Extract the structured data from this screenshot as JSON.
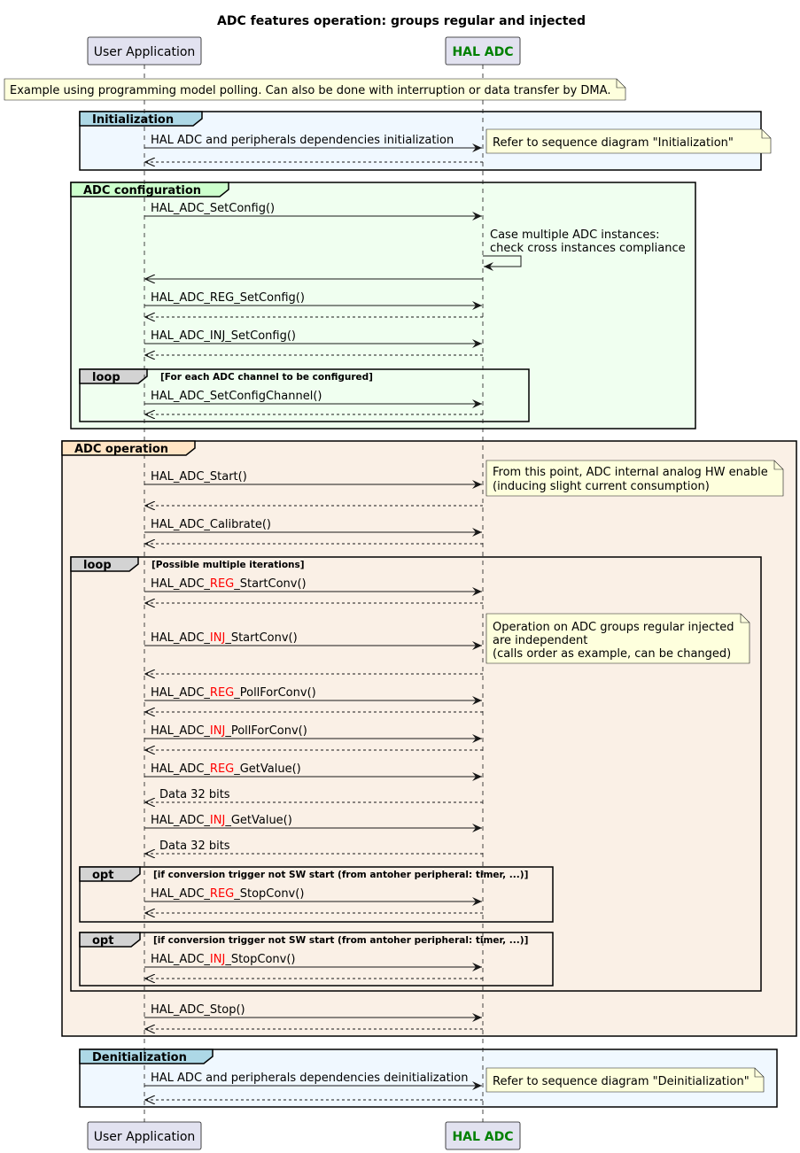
{
  "title": "ADC features operation: groups regular and injected",
  "participants": {
    "user": {
      "label": "User Application"
    },
    "hal": {
      "label": "HAL ADC",
      "color": "#008000"
    }
  },
  "colors": {
    "participant_fill": "#E2E2F0",
    "note_fill": "#FEFFDD",
    "group_blue_header": "#ADD8E6",
    "group_blue_body": "#F0F8FF",
    "group_green_header": "#CCFFCC",
    "group_green_body": "#F0FFF0",
    "group_orange_header": "#FFE4C4",
    "group_orange_body": "#FAF0E6",
    "loop_header": "#D3D3D3",
    "highlight_text": "#FF0000"
  },
  "top_note": "Example using programming model polling. Can also be done with interruption or data transfer by DMA.",
  "groups": {
    "init": {
      "label": "Initialization"
    },
    "config": {
      "label": "ADC configuration"
    },
    "config_loop": {
      "keyword": "loop",
      "condition": "[For each ADC channel to be configured]"
    },
    "operation": {
      "label": "ADC operation"
    },
    "op_loop": {
      "keyword": "loop",
      "condition": "[Possible multiple iterations]"
    },
    "opt1": {
      "keyword": "opt",
      "condition": "[if conversion trigger not SW start (from antoher peripheral: timer, ...)]"
    },
    "opt2": {
      "keyword": "opt",
      "condition": "[if conversion trigger not SW start (from antoher peripheral: timer, ...)]"
    },
    "deinit": {
      "label": "Denitialization"
    }
  },
  "notes": {
    "init": "Refer to sequence diagram \"Initialization\"",
    "config_self_1": "Case multiple ADC instances:",
    "config_self_2": "check cross instances compliance",
    "start_1": "From this point, ADC internal analog HW enable",
    "start_2": "(inducing slight current consumption)",
    "indep_1": "Operation on ADC groups regular injected",
    "indep_2": "are independent",
    "indep_3": "(calls order as example, can be changed)",
    "deinit": "Refer to sequence diagram \"Deinitialization\""
  },
  "messages": {
    "init_call": "HAL ADC and peripherals dependencies initialization",
    "set_config": "HAL_ADC_SetConfig()",
    "reg_set_config": "HAL_ADC_REG_SetConfig()",
    "inj_set_config": "HAL_ADC_INJ_SetConfig()",
    "set_config_channel": "HAL_ADC_SetConfigChannel()",
    "start": "HAL_ADC_Start()",
    "calibrate": "HAL_ADC_Calibrate()",
    "reg_start_conv": {
      "pre": "HAL_ADC_",
      "hl": "REG",
      "post": "_StartConv()"
    },
    "inj_start_conv": {
      "pre": "HAL_ADC_",
      "hl": "INJ",
      "post": "_StartConv()"
    },
    "reg_poll": {
      "pre": "HAL_ADC_",
      "hl": "REG",
      "post": "_PollForConv()"
    },
    "inj_poll": {
      "pre": "HAL_ADC_",
      "hl": "INJ",
      "post": "_PollForConv()"
    },
    "reg_get_value": {
      "pre": "HAL_ADC_",
      "hl": "REG",
      "post": "_GetValue()"
    },
    "data_reg": "Data 32 bits",
    "inj_get_value": {
      "pre": "HAL_ADC_",
      "hl": "INJ",
      "post": "_GetValue()"
    },
    "data_inj": "Data 32 bits",
    "reg_stop_conv": {
      "pre": "HAL_ADC_",
      "hl": "REG",
      "post": "_StopConv()"
    },
    "inj_stop_conv": {
      "pre": "HAL_ADC_",
      "hl": "INJ",
      "post": "_StopConv()"
    },
    "stop": "HAL_ADC_Stop()",
    "deinit_call": "HAL ADC and peripherals dependencies deinitialization"
  }
}
